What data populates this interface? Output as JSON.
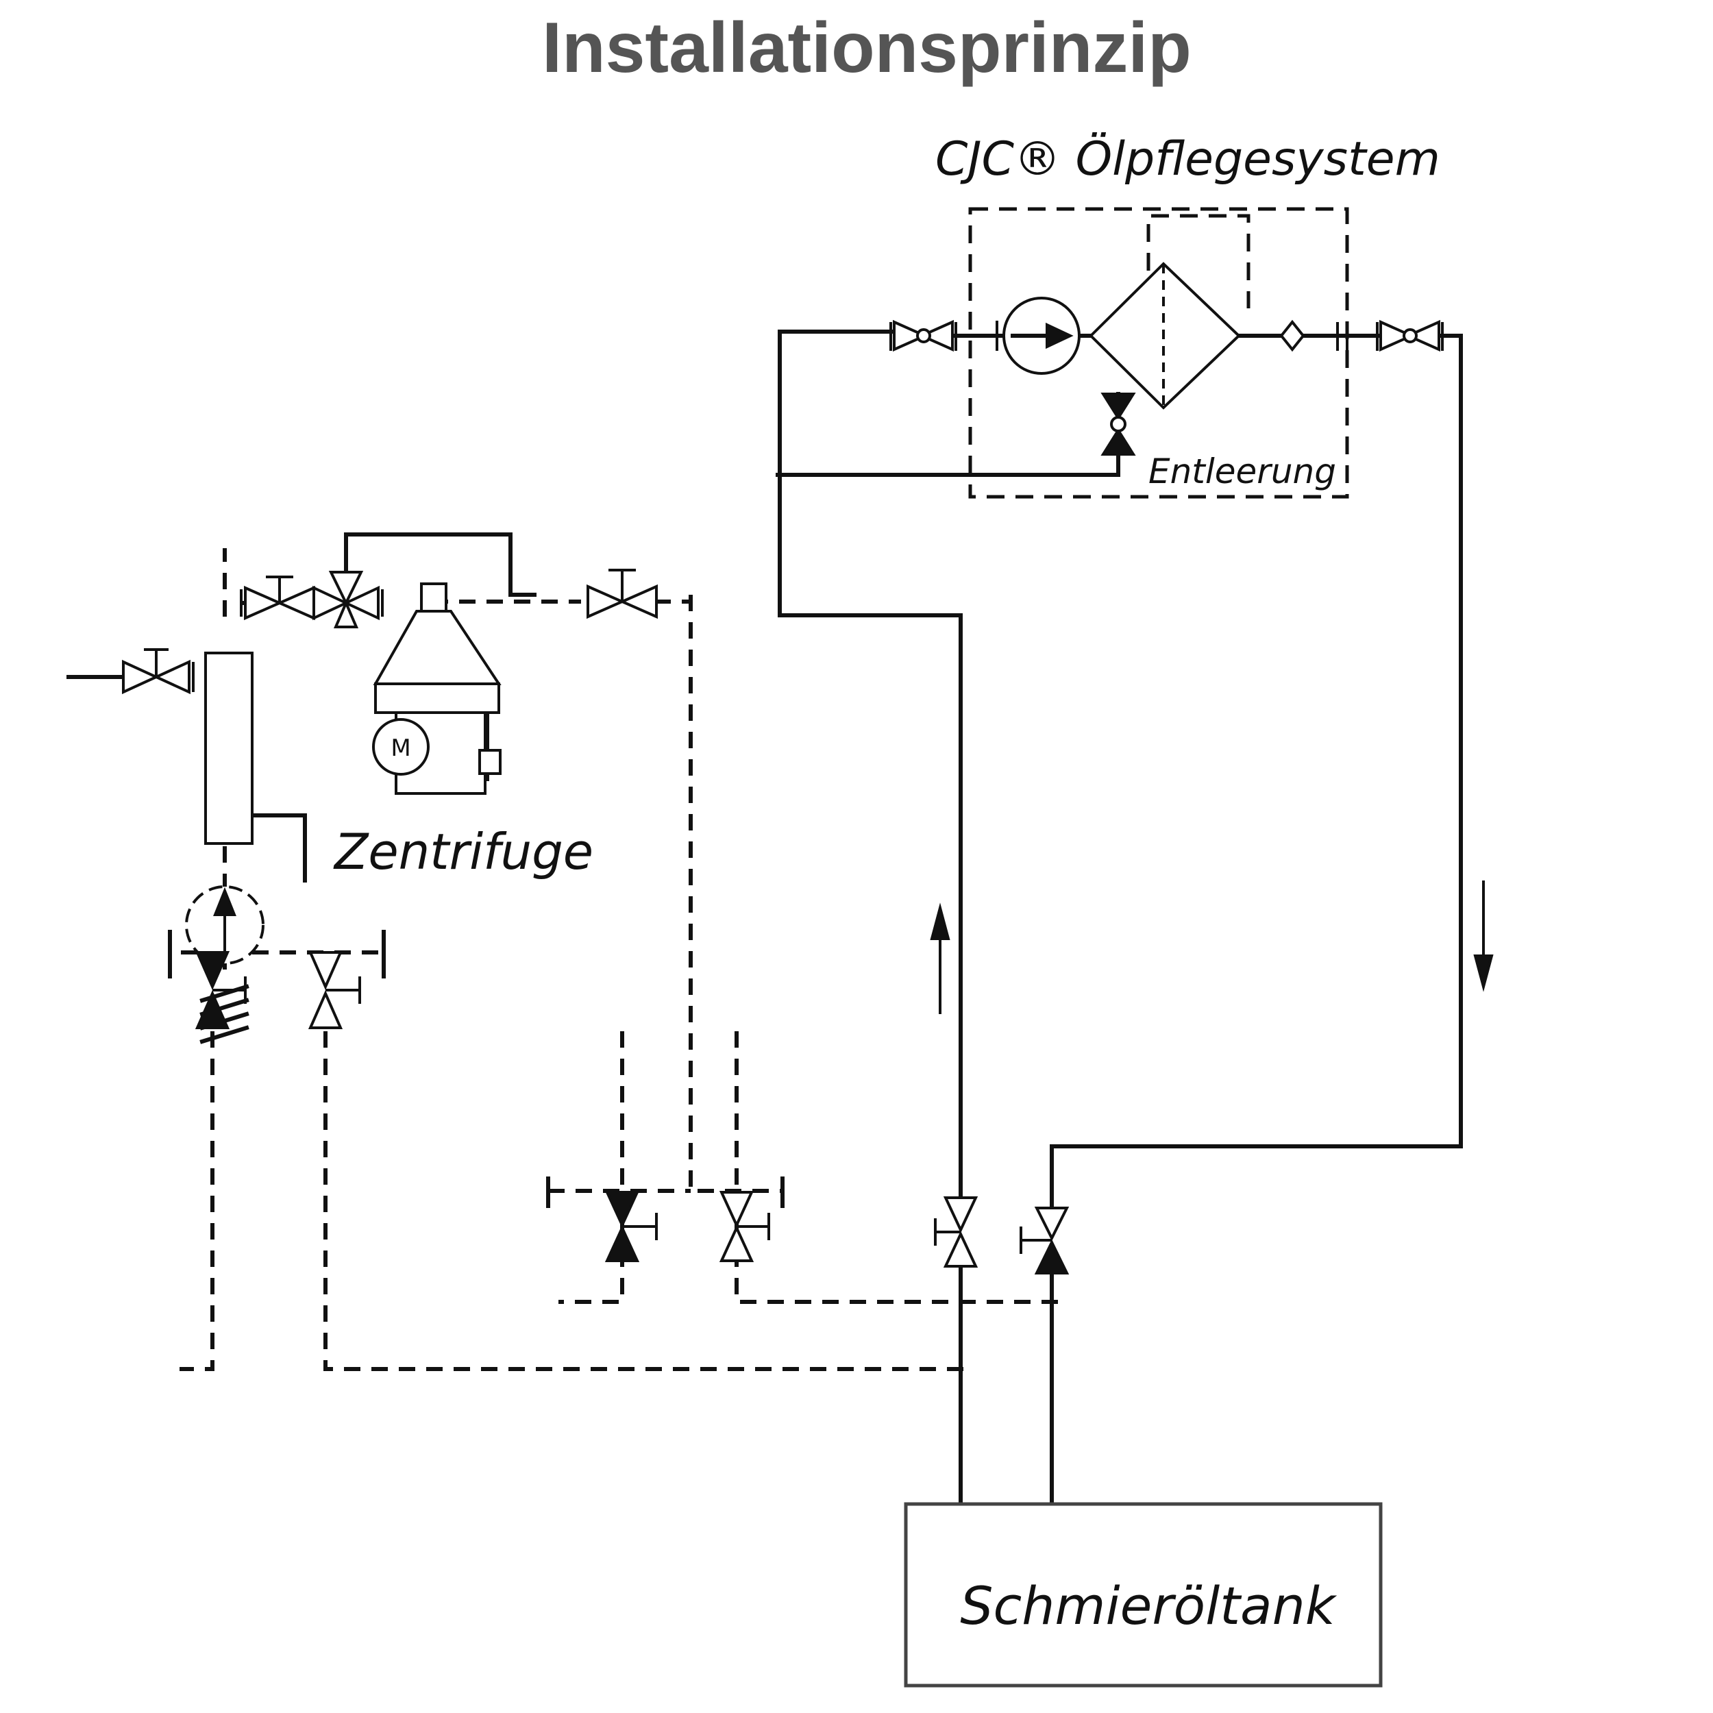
{
  "title": "Installationsprinzip",
  "labels": {
    "cjc_system": "CJC® Ölpflegesystem",
    "drain": "Entleerung",
    "centrifuge": "Zentrifuge",
    "tank": "Schmieröltank"
  },
  "colors": {
    "title": "#555555",
    "lines": "#111111",
    "background": "#ffffff"
  }
}
